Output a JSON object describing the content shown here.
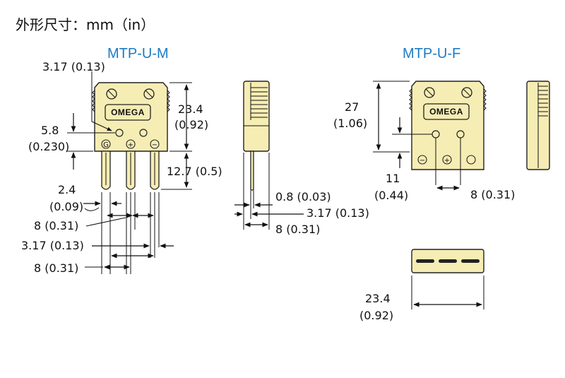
{
  "page_title": "外形尺寸：mm（in）",
  "models": {
    "male": "MTP-U-M",
    "female": "MTP-U-F"
  },
  "brand": "OMEGA",
  "terminals": {
    "ground": "G",
    "plus": "+",
    "minus": "−"
  },
  "colors": {
    "model_text": "#1d7ac4",
    "body_fill": "#f6edb4"
  },
  "male_dims": {
    "pin_offset": "3.17 (0.13)",
    "height": {
      "mm": "23.4",
      "in": "(0.92)"
    },
    "pin_height": {
      "mm": "5.8",
      "in": "(0.230)"
    },
    "pin_length": "12.7 (0.5)",
    "pin_width": {
      "mm": "2.4",
      "in": "(0.09)"
    },
    "pin_spacing_1": "8 (0.31)",
    "pin_offset_2": "3.17 (0.13)",
    "pin_spacing_2": "8 (0.31)"
  },
  "side_dims": {
    "blade_thickness": "0.8 (0.03)",
    "offset": "3.17 (0.13)",
    "width": "8 (0.31)"
  },
  "female_dims": {
    "height": {
      "mm": "27",
      "in": "(1.06)"
    },
    "hole_depth": {
      "mm": "11",
      "in": "(0.44)"
    },
    "hole_spacing": "8 (0.31)",
    "width": {
      "mm": "23.4",
      "in": "(0.92)"
    }
  }
}
